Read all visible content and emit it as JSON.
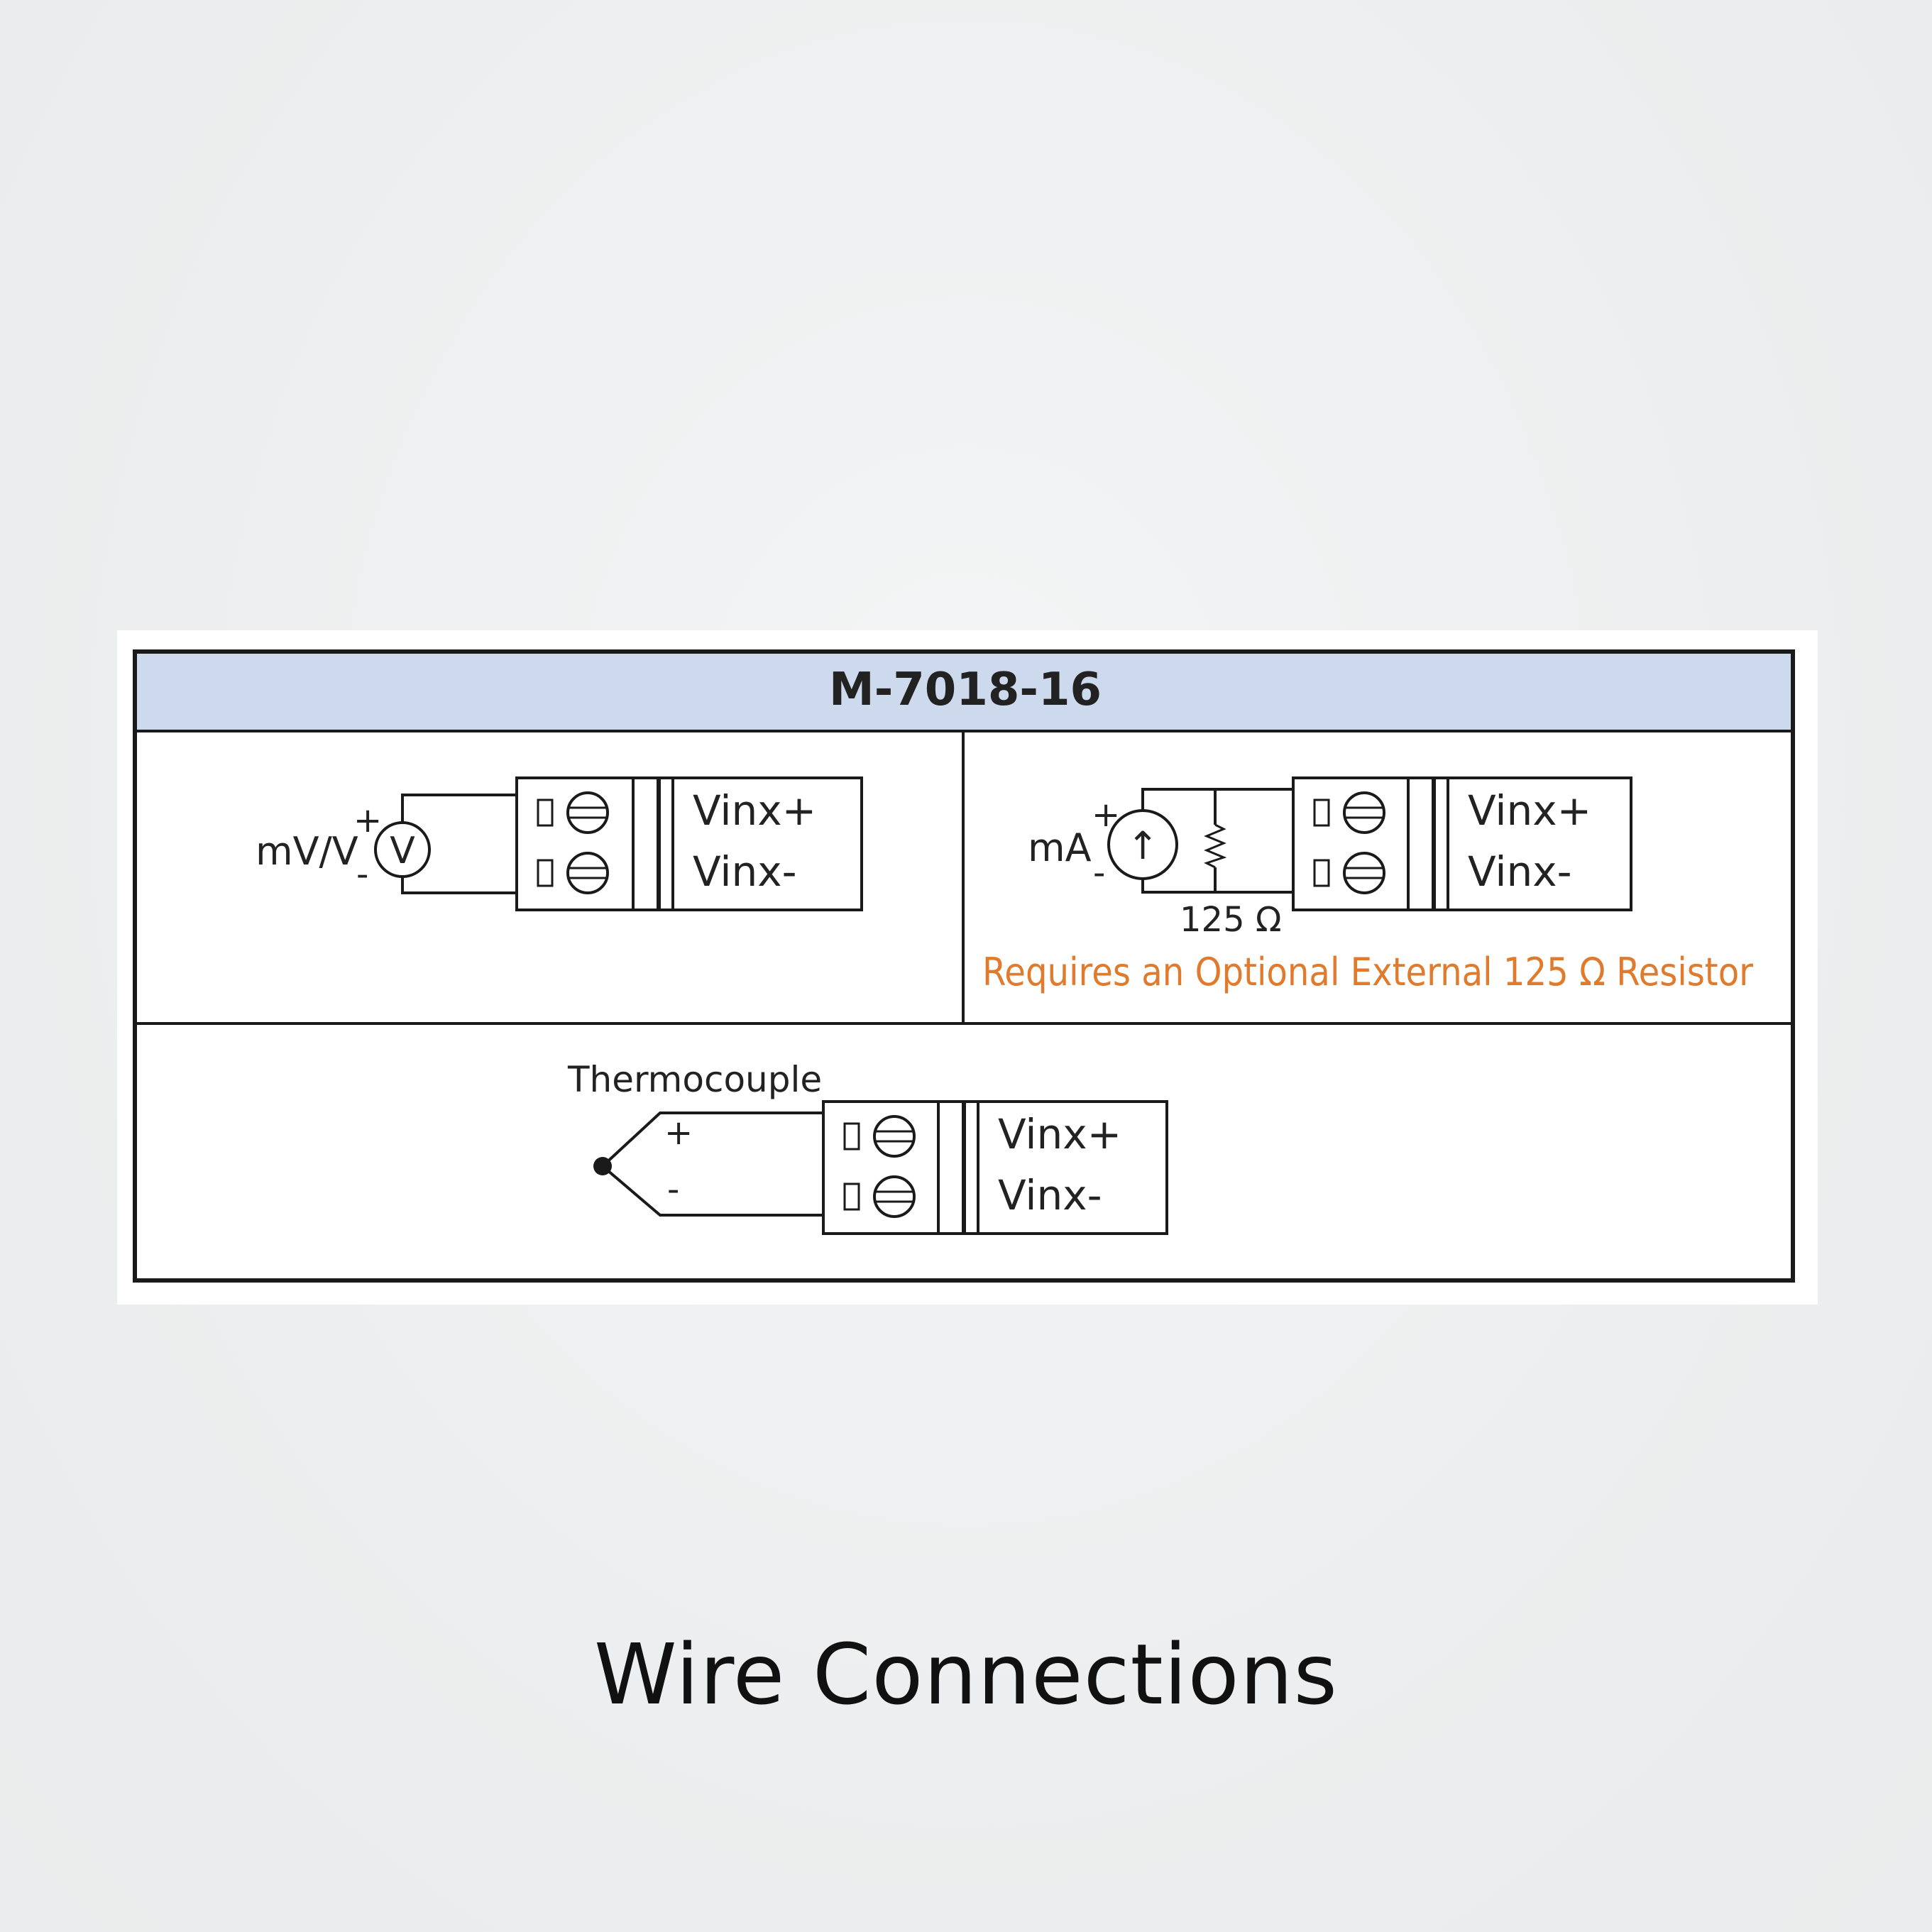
{
  "diagram": {
    "title": "M-7018-16",
    "colors": {
      "header_bg": "#cdd9ec",
      "note": "#e07a2c",
      "line": "#1a1a1a"
    },
    "voltage_panel": {
      "source_label": "mV/V",
      "source_symbol": "V",
      "plus": "+",
      "minus": "-",
      "terminal_plus": "Vinx+",
      "terminal_minus": "Vinx-"
    },
    "current_panel": {
      "source_label": "mA",
      "source_symbol": "↑",
      "plus": "+",
      "minus": "-",
      "resistor_label": "125 Ω",
      "terminal_plus": "Vinx+",
      "terminal_minus": "Vinx-",
      "note": "Requires an Optional External 125 Ω Resistor"
    },
    "thermocouple_panel": {
      "source_label": "Thermocouple",
      "plus": "+",
      "minus": "-",
      "terminal_plus": "Vinx+",
      "terminal_minus": "Vinx-"
    }
  },
  "caption": "Wire Connections"
}
